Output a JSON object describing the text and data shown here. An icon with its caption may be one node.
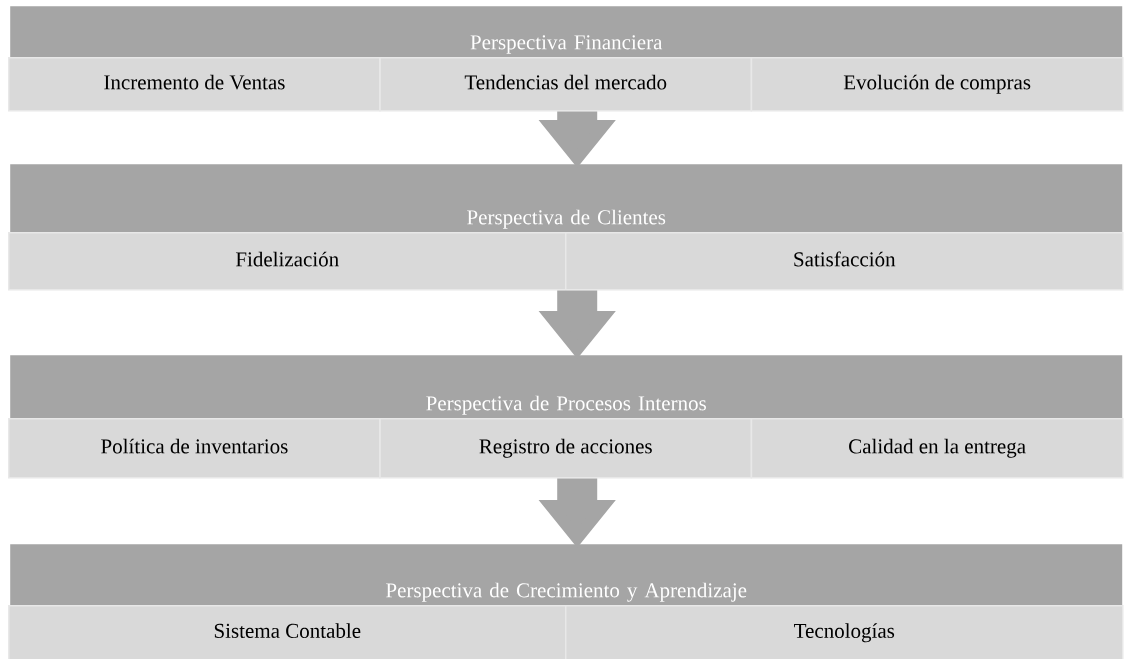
{
  "diagram": {
    "nodes": [
      {
        "text": [
          "Perspectiva Financiera"
        ]
      },
      {
        "text": [
          "Incremento de Ventas"
        ]
      },
      {
        "text": [
          "Tendencias del mercado"
        ]
      },
      {
        "text": [
          "Evolución de compras"
        ]
      },
      {
        "text": [
          "Perspectiva de Clientes"
        ]
      },
      {
        "text": [
          "Fidelización"
        ]
      },
      {
        "text": [
          "Satisfacción"
        ]
      },
      {
        "text": [
          "Perspectiva de Procesos Internos"
        ]
      },
      {
        "text": [
          "Política de inventarios"
        ]
      },
      {
        "text": [
          "Registro de acciones"
        ]
      },
      {
        "text": [
          "Calidad en la entrega"
        ]
      },
      {
        "text": [
          "Perspectiva de Crecimiento y Aprendizaje"
        ]
      },
      {
        "text": [
          "Sistema Contable"
        ]
      },
      {
        "text": [
          "Tecnologías"
        ]
      }
    ],
    "edges": [
      {
        "from": 2,
        "to": 4,
        "arrow": "to"
      },
      {
        "from": 6,
        "to": 7,
        "arrow": "to"
      },
      {
        "from": 9,
        "to": 11,
        "arrow": "to"
      }
    ]
  }
}
